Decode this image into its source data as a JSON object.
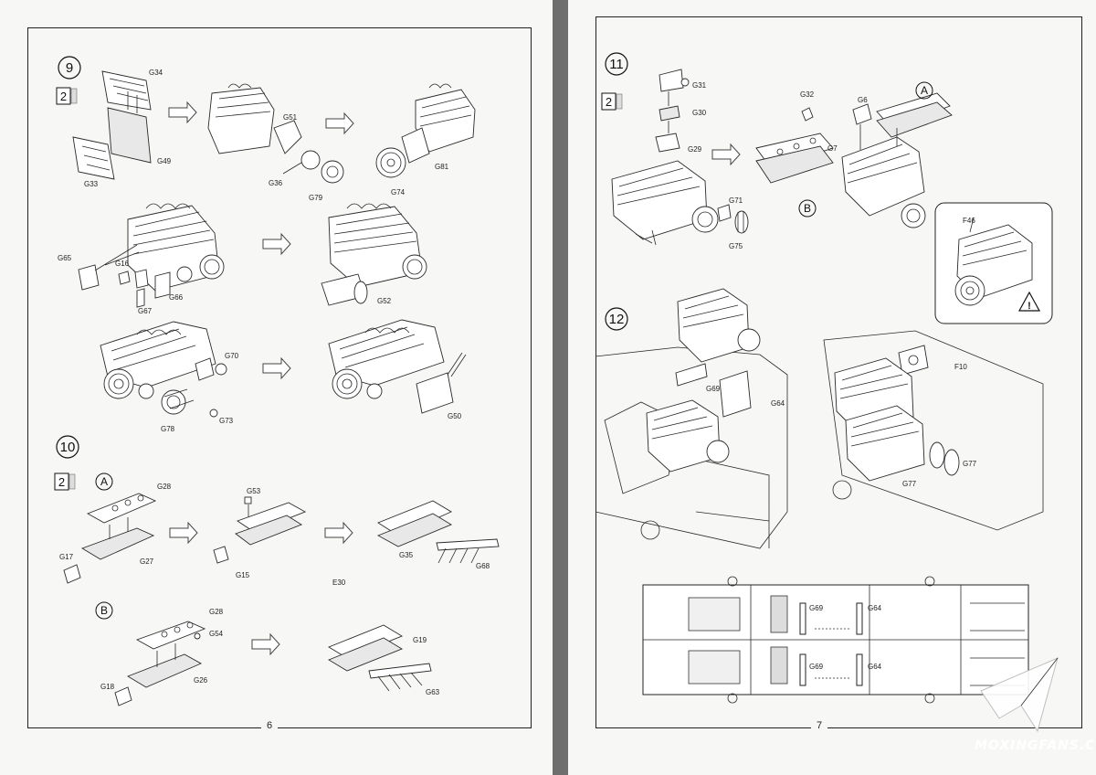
{
  "left_page": {
    "page_number": "6",
    "step9": {
      "number": "9",
      "quantity": "2",
      "labels": [
        "G34",
        "G49",
        "G33",
        "G51",
        "G36",
        "G79",
        "G74",
        "G81",
        "G65",
        "G16",
        "G66",
        "G67",
        "G52",
        "G70",
        "G78",
        "G73",
        "G50"
      ]
    },
    "step10": {
      "number": "10",
      "quantity": "2",
      "sub_a": "A",
      "sub_b": "B",
      "labels_a": [
        "G28",
        "G17",
        "G27",
        "G53",
        "G15",
        "G35",
        "G68",
        "E30"
      ],
      "labels_b": [
        "G28",
        "G54",
        "G18",
        "G26",
        "G19",
        "G63"
      ]
    }
  },
  "right_page": {
    "page_number": "7",
    "step11": {
      "number": "11",
      "quantity": "2",
      "sub_a": "A",
      "sub_b": "B",
      "labels": [
        "G31",
        "G30",
        "G29",
        "G71",
        "G75",
        "G32",
        "G6",
        "G7"
      ],
      "inset_label": "F46",
      "warning": "!"
    },
    "step12": {
      "number": "12",
      "labels": [
        "G69",
        "G64",
        "F10",
        "G77",
        "G77"
      ],
      "plan_labels": [
        "G69",
        "G64",
        "G69",
        "G64"
      ]
    },
    "watermark": "MOXINGFANS.COM"
  }
}
